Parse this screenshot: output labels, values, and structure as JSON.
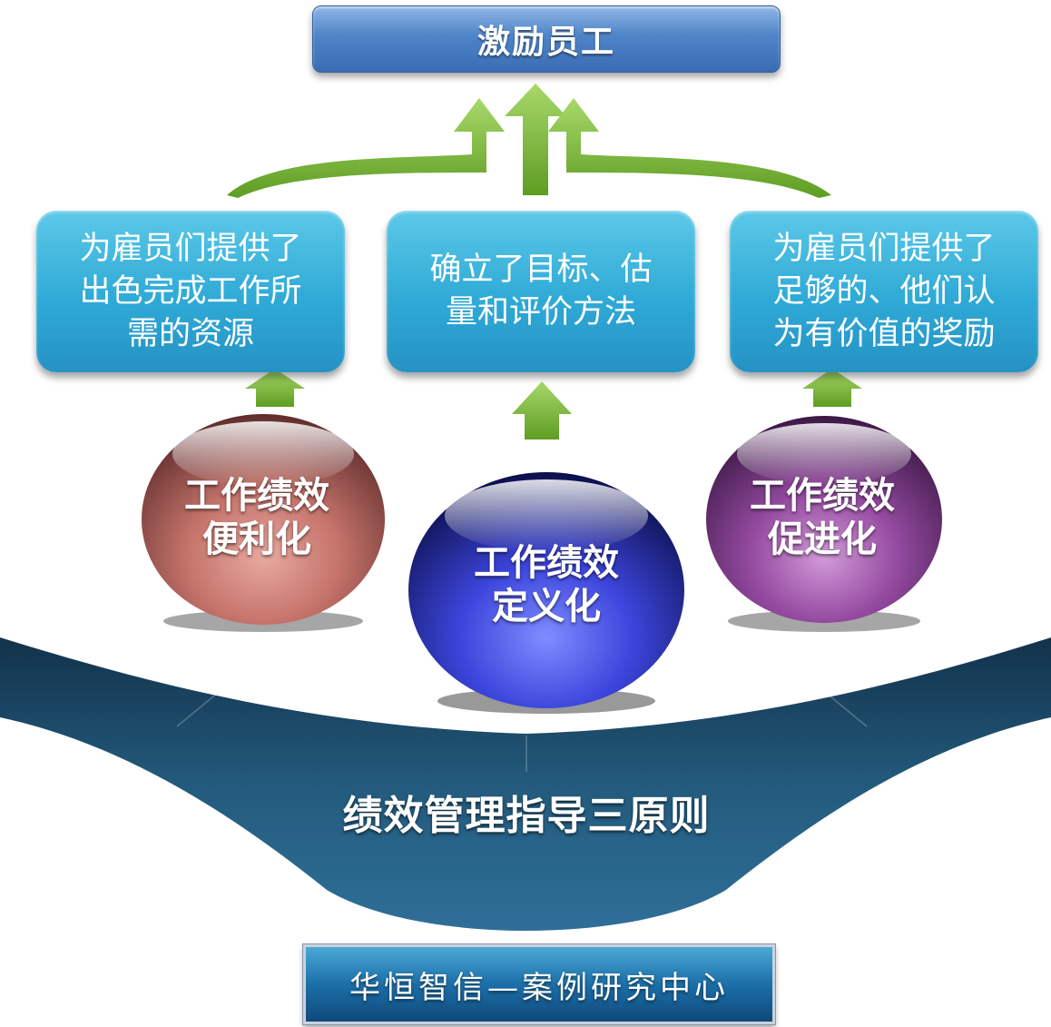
{
  "goal": {
    "label": "激励员工"
  },
  "outcomes": [
    {
      "text": "为雇员们提供了\n出色完成工作所\n需的资源"
    },
    {
      "text": "确立了目标、估\n量和评价方法"
    },
    {
      "text": "为雇员们提供了\n足够的、他们认\n为有价值的奖励"
    }
  ],
  "principles": [
    {
      "label": "工作绩效\n便利化"
    },
    {
      "label": "工作绩效\n定义化"
    },
    {
      "label": "工作绩效\n促进化"
    }
  ],
  "foundation": {
    "label": "绩效管理指导三原则"
  },
  "footer": {
    "label": "华恒智信—案例研究中心"
  },
  "colors": {
    "goal_box": "#4f84c8",
    "outcome_box": "#2faad6",
    "arrow_green": "#7dbb3a",
    "sphere_left": "#b0605a",
    "sphere_middle": "#3b3fd0",
    "sphere_right": "#7a3a88",
    "foundation_band": "#1e4a66",
    "footer_badge": "#1c6fa8"
  }
}
